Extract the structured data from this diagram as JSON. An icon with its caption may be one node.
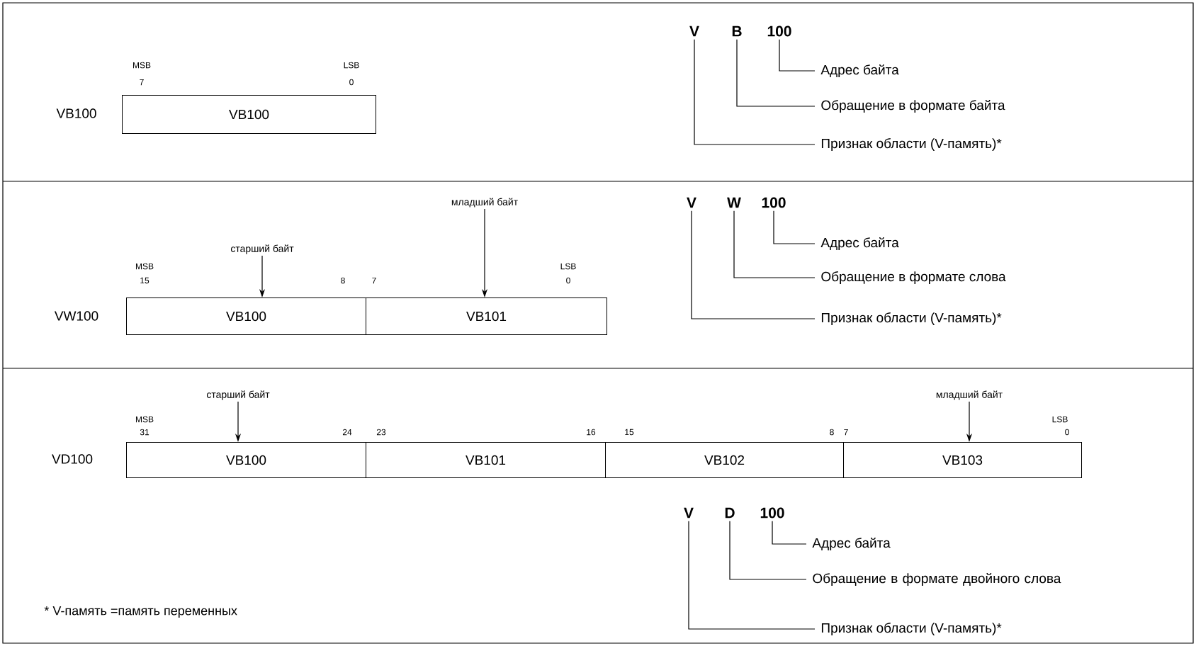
{
  "diagram": {
    "nodes": [
      {
        "text": [
          "V"
        ]
      },
      {
        "text": [
          "B"
        ]
      },
      {
        "text": [
          "100"
        ]
      },
      {
        "text": [
          "Адрес байта"
        ]
      },
      {
        "text": [
          "Обращение в формате байта"
        ]
      },
      {
        "text": [
          "Признак области (V-память)*"
        ]
      },
      {
        "text": [
          "VB100"
        ]
      },
      {
        "text": [
          "младший байт"
        ]
      },
      {
        "text": [
          "V"
        ]
      },
      {
        "text": [
          "W"
        ]
      },
      {
        "text": [
          "100"
        ]
      },
      {
        "text": [
          "Адрес байта"
        ]
      },
      {
        "text": [
          "Обращение в формате слова"
        ]
      },
      {
        "text": [
          "Признак области (V-память)*"
        ]
      },
      {
        "text": [
          "старший байт"
        ]
      },
      {
        "text": [
          "VB100"
        ]
      },
      {
        "text": [
          "VB101"
        ]
      },
      {
        "text": [
          "старший байт"
        ]
      },
      {
        "text": [
          "младший байт"
        ]
      },
      {
        "text": [
          "VB100"
        ]
      },
      {
        "text": [
          "VB101"
        ]
      },
      {
        "text": [
          "VB102"
        ]
      },
      {
        "text": [
          "VB103"
        ]
      },
      {
        "text": [
          "V"
        ]
      },
      {
        "text": [
          "D"
        ]
      },
      {
        "text": [
          "100"
        ]
      },
      {
        "text": [
          "Адрес байта"
        ]
      },
      {
        "text": [
          "Обращение в формате двойного слова"
        ]
      },
      {
        "text": [
          "Признак области (V-память)*"
        ]
      }
    ],
    "edges": [
      {
        "from": 2,
        "to": 3,
        "arrow": "none"
      },
      {
        "from": 1,
        "to": 4,
        "arrow": "none"
      },
      {
        "from": 0,
        "to": 5,
        "arrow": "none"
      },
      {
        "from": 7,
        "to": 16,
        "arrow": "to"
      },
      {
        "from": 10,
        "to": 11,
        "arrow": "none"
      },
      {
        "from": 9,
        "to": 12,
        "arrow": "none"
      },
      {
        "from": 8,
        "to": 13,
        "arrow": "none"
      },
      {
        "from": 14,
        "to": 15,
        "arrow": "to"
      },
      {
        "from": 17,
        "to": 19,
        "arrow": "to"
      },
      {
        "from": 18,
        "to": 22,
        "arrow": "to"
      },
      {
        "from": 25,
        "to": 26,
        "arrow": "none"
      },
      {
        "from": 24,
        "to": 27,
        "arrow": "none"
      },
      {
        "from": 23,
        "to": 28,
        "arrow": "none"
      }
    ],
    "labels": [
      "MSB",
      "LSB",
      "7",
      "0",
      "VB100",
      "MSB",
      "LSB",
      "15",
      "8",
      "7",
      "0",
      "VW100",
      "MSB",
      "LSB",
      "31",
      "24",
      "23",
      "16",
      "15",
      "8",
      "7",
      "0",
      "VD100",
      "* V-память =память переменных"
    ]
  }
}
